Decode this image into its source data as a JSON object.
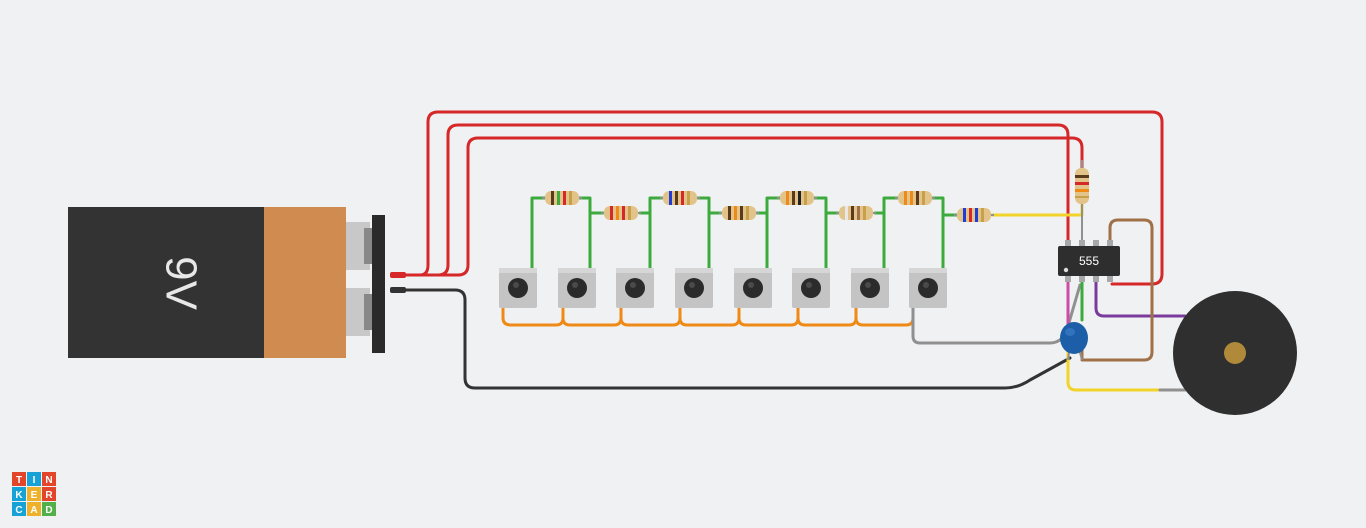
{
  "canvas": {
    "background": "#f0f1f2"
  },
  "battery": {
    "label": "9V",
    "body_color": "#333333",
    "cap_color": "#d08b50"
  },
  "ic": {
    "label": "555"
  },
  "pushbuttons": {
    "count": 8
  },
  "wire_colors": {
    "power": "#d62828",
    "ground": "#333333",
    "keys": "#3caa3c",
    "bus": "#ef8a17",
    "output": "#f2d32a",
    "ic_pin_brown": "#a07048",
    "ic_pin_purple": "#7a3c9c",
    "ic_pin_pink": "#cc4ca8",
    "ic_pin_green": "#3caa3c",
    "button_return": "#909090"
  },
  "buzzer": {
    "type": "piezo"
  },
  "brand": {
    "letters": [
      "T",
      "I",
      "N",
      "K",
      "E",
      "R",
      "C",
      "A",
      "D"
    ]
  }
}
